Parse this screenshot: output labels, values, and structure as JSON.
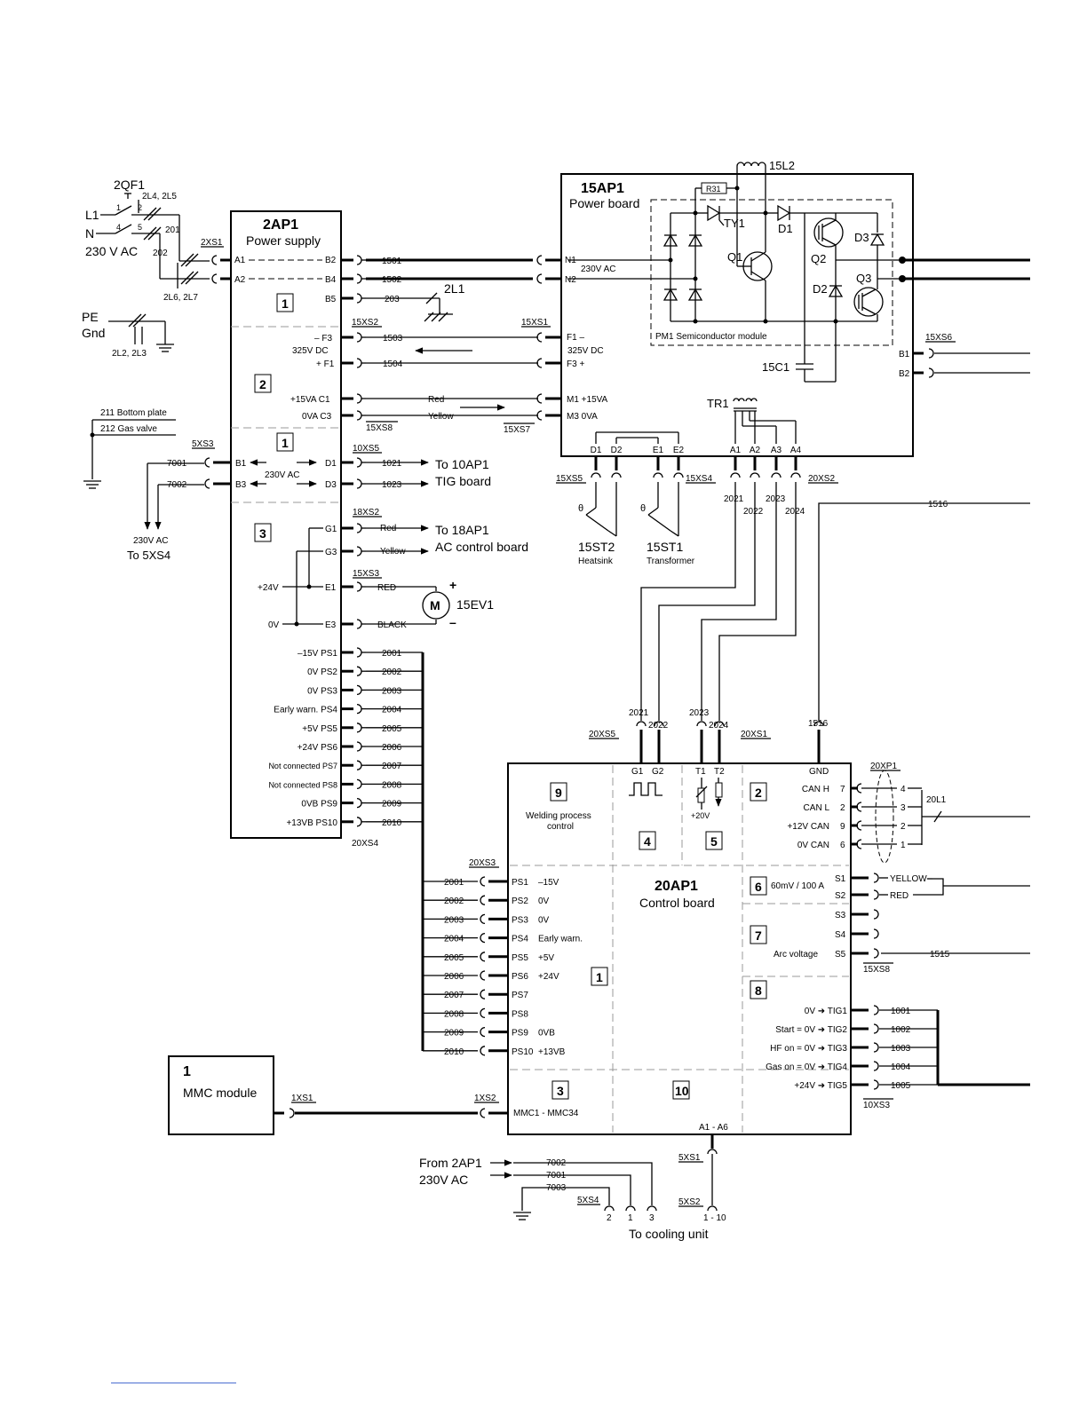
{
  "mains": {
    "breaker": "2QF1",
    "l1": "L1",
    "n": "N",
    "voltage": "230 V AC",
    "pin1": "1",
    "pin2": "2",
    "pin4": "4",
    "pin5": "5",
    "wire_top": "2L4, 2L5",
    "wire_bottom": "2L6, 2L7",
    "w201": "201",
    "w202": "202",
    "pe": "PE",
    "gnd": "Gnd",
    "pe_wire": "2L2, 2L3",
    "bottom_plate": "211 Bottom plate",
    "gas_valve": "212 Gas valve",
    "w7001": "7001",
    "w7002": "7002",
    "xs3": "5XS3",
    "to_5xs4_v": "230V AC",
    "to_5xs4": "To 5XS4"
  },
  "ap2": {
    "title": "2AP1",
    "subtitle": "Power supply",
    "xs1": "2XS1",
    "sec1": "1",
    "sec2": "2",
    "sec1b": "1",
    "sec3": "3",
    "A1": "A1",
    "A2": "A2",
    "B2": "B2",
    "B4": "B4",
    "B5": "B5",
    "F3": "– F3",
    "v325": "325V DC",
    "F1": "+ F1",
    "C1": "+15VA  C1",
    "C3": "0VA  C3",
    "B1": "B1",
    "B3": "B3",
    "D1": "D1",
    "D3": "D3",
    "v230": "230V AC",
    "G1": "G1",
    "G3": "G3",
    "E1": "E1",
    "E3": "E3",
    "p24": "+24V",
    "p0": "0V",
    "xs4": "20XS4"
  },
  "ps_pins": [
    {
      "label": "–15V  PS1",
      "wire": "2001"
    },
    {
      "label": "0V  PS2",
      "wire": "2002"
    },
    {
      "label": "0V  PS3",
      "wire": "2003"
    },
    {
      "label": "Early warn.  PS4",
      "wire": "2004"
    },
    {
      "label": "+5V  PS5",
      "wire": "2005"
    },
    {
      "label": "+24V  PS6",
      "wire": "2006"
    },
    {
      "label": "Not connected  PS7",
      "wire": "2007"
    },
    {
      "label": "Not connected  PS8",
      "wire": "2008"
    },
    {
      "label": "0VB  PS9",
      "wire": "2009"
    },
    {
      "label": "+13VB PS10",
      "wire": "2010"
    }
  ],
  "wires_mid": {
    "w1501": "1501",
    "w1502": "1502",
    "w203": "203",
    "l2l1": "2L1",
    "xs2_15": "15XS2",
    "xs1_15": "15XS1",
    "w1503": "1503",
    "w1504": "1504",
    "red": "Red",
    "yellow": "Yellow",
    "xs8_15": "15XS8",
    "xs7_15": "15XS7",
    "xs5_10": "10XS5",
    "w1021": "1021",
    "w1023": "1023",
    "to10": "To 10AP1",
    "tig": "TIG board",
    "xs2_18": "18XS2",
    "red2": "Red",
    "yellow2": "Yellow",
    "to18": "To 18AP1",
    "ac_ctrl": "AC control board",
    "xs3_15": "15XS3",
    "redc": "RED",
    "blackc": "BLACK",
    "motor": "M",
    "ev1": "15EV1",
    "plus": "+",
    "minus": "–"
  },
  "ap15": {
    "title": "15AP1",
    "subtitle": "Power board",
    "l2": "15L2",
    "r31": "R31",
    "ty1": "TY1",
    "d1": "D1",
    "q1": "Q1",
    "q2": "Q2",
    "d3": "D3",
    "d2": "D2",
    "q3": "Q3",
    "N1": "N1",
    "N2": "N2",
    "v230": "230V AC",
    "pm1": "PM1  Semiconductor module",
    "F1": "F1  –",
    "v325": "325V DC",
    "F3": "F3  +",
    "M1": "M1  +15VA",
    "M3": "M3  0VA",
    "c1": "15C1",
    "tr1": "TR1",
    "xs6": "15XS6",
    "B1": "B1",
    "B2": "B2",
    "pins": [
      "D1",
      "D2",
      "E1",
      "E2",
      "A1",
      "A2",
      "A3",
      "A4"
    ],
    "xs5": "15XS5",
    "xs4": "15XS4",
    "xs2_20": "20XS2",
    "w2021": "2021",
    "w2022": "2022",
    "w2023": "2023",
    "w2024": "2024",
    "st2": "15ST2",
    "st2_sub": "Heatsink",
    "st1": "15ST1",
    "st1_sub": "Transformer",
    "theta": "θ",
    "w1516": "1516"
  },
  "ap20": {
    "title": "20AP1",
    "subtitle": "Control board",
    "xs5": "20XS5",
    "xs1": "20XS1",
    "g1": "G1",
    "g2": "G2",
    "t1": "T1",
    "t2": "T2",
    "gnd": "GND",
    "sec9": "9",
    "wp": "Welding process",
    "wp2": "control",
    "sec4": "4",
    "sec5": "5",
    "p20v": "+20V",
    "sec2": "2",
    "xp1": "20XP1",
    "l1": "20L1",
    "can": [
      {
        "label": "CAN H",
        "pin": "7",
        "n": "4"
      },
      {
        "label": "CAN L",
        "pin": "2",
        "n": "3"
      },
      {
        "label": "+12V CAN",
        "pin": "9",
        "n": "2"
      },
      {
        "label": "0V CAN",
        "pin": "6",
        "n": "1"
      }
    ],
    "xs3": "20XS3",
    "ps": [
      {
        "pin": "PS1",
        "v": "–15V",
        "w": "2001"
      },
      {
        "pin": "PS2",
        "v": "0V",
        "w": "2002"
      },
      {
        "pin": "PS3",
        "v": "0V",
        "w": "2003"
      },
      {
        "pin": "PS4",
        "v": "Early warn.",
        "w": "2004"
      },
      {
        "pin": "PS5",
        "v": "+5V",
        "w": "2005"
      },
      {
        "pin": "PS6",
        "v": "+24V",
        "w": "2006"
      },
      {
        "pin": "PS7",
        "v": "",
        "w": "2007"
      },
      {
        "pin": "PS8",
        "v": "",
        "w": "2008"
      },
      {
        "pin": "PS9",
        "v": "0VB",
        "w": "2009"
      },
      {
        "pin": "PS10",
        "v": "+13VB",
        "w": "2010"
      }
    ],
    "sec1": "1",
    "sec6": "6",
    "mv": "60mV / 100 A",
    "S1": "S1",
    "S2": "S2",
    "yellow": "YELLOW",
    "red": "RED",
    "sec7": "7",
    "S3": "S3",
    "S4": "S4",
    "S5": "S5",
    "arc": "Arc voltage",
    "w1515": "1515",
    "xs8": "15XS8",
    "sec8": "8",
    "tig": [
      {
        "label": "0V ➜ TIG1",
        "w": "1001"
      },
      {
        "label": "Start = 0V ➜ TIG2",
        "w": "1002"
      },
      {
        "label": "HF on = 0V ➜ TIG3",
        "w": "1003"
      },
      {
        "label": "Gas on = 0V ➜ TIG4",
        "w": "1004"
      },
      {
        "label": "+24V ➜ TIG5",
        "w": "1005"
      }
    ],
    "xs3_10": "10XS3",
    "sec3": "3",
    "mmc": "MMC1 - MMC34",
    "sec10": "10",
    "a1a6": "A1 - A6",
    "xs2_1": "1XS2"
  },
  "mmc": {
    "num": "1",
    "label": "MMC module",
    "xs1": "1XS1"
  },
  "cooling": {
    "from": "From 2AP1",
    "v": "230V AC",
    "w7002": "7002",
    "w7001": "7001",
    "w7003": "7003",
    "xs4": "5XS4",
    "p2": "2",
    "p1": "1",
    "p3": "3",
    "xs1": "5XS1",
    "xs2": "5XS2",
    "p110": "1 - 10",
    "to": "To cooling unit"
  }
}
